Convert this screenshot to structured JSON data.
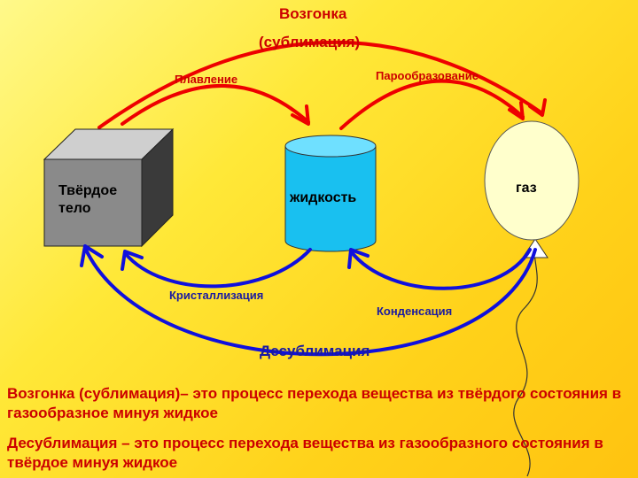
{
  "labels": {
    "sublimation_title": "Возгонка",
    "sublimation_subtitle": "(сублимация)",
    "melting": "Плавление",
    "vaporization": "Парообразование",
    "crystallization": "Кристаллизация",
    "condensation": "Конденсация",
    "desublimation": "Десублимация"
  },
  "nodes": {
    "solid": [
      "Твёрдое",
      "тело"
    ],
    "liquid": "жидкость",
    "gas": "газ"
  },
  "definitions": {
    "sublimation": "Возгонка  (сублимация)– это процесс перехода вещества из твёрдого состояния в газообразное минуя жидкое",
    "desublimation": "Десублимация – это процесс перехода вещества из газообразного состояния в твёрдое минуя жидкое"
  },
  "colors": {
    "heating_arrows": "#ee0000",
    "cooling_arrows": "#1010dd",
    "liquid_fill": "#19c0f0",
    "gas_fill": "#ffffcc",
    "solid_fill": "#8a8a8a"
  }
}
